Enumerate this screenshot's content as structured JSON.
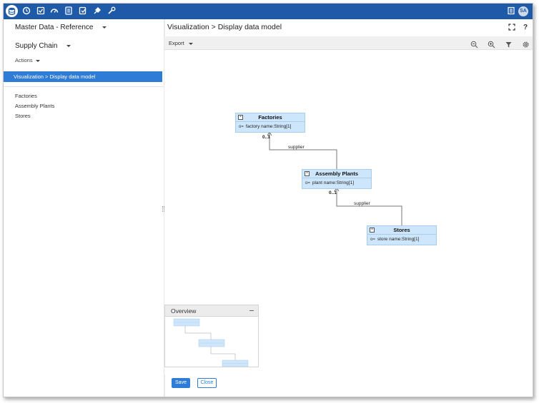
{
  "topbar": {
    "icons": [
      "database-icon",
      "clock-icon",
      "checkbox-icon",
      "dashboard-icon",
      "document-list-icon",
      "checked-document-icon",
      "plug-icon",
      "wrench-icon"
    ],
    "right_icons": [
      "grid-icon"
    ],
    "avatar": "SA",
    "bg_color": "#1e5aa8"
  },
  "left": {
    "model_select": "Master Data - Reference",
    "entity_select": "Supply Chain",
    "actions_label": "Actions",
    "active_item": "Visualization > Display data model",
    "items": [
      "Factories",
      "Assembly Plants",
      "Stores"
    ],
    "accent_color": "#2e7cd6"
  },
  "right": {
    "title": "Visualization > Display data model",
    "export_label": "Export",
    "tool_icons": [
      "zoom-out-icon",
      "zoom-in-icon",
      "filter-icon",
      "settings-icon"
    ]
  },
  "diagram": {
    "classes": [
      {
        "name": "Factories",
        "attribute": "factory name:String[1]"
      },
      {
        "name": "Assembly Plants",
        "attribute": "plant name:String[1]"
      },
      {
        "name": "Stores",
        "attribute": "store name:String[1]"
      }
    ],
    "relations": [
      {
        "label": "supplier",
        "multiplicity": "0..1"
      },
      {
        "label": "supplier",
        "multiplicity": "0..1"
      }
    ],
    "key_glyph": "o=",
    "box_color": "#cde6fb"
  },
  "overview": {
    "title": "Overview"
  },
  "buttons": {
    "save": "Save",
    "close": "Close"
  }
}
